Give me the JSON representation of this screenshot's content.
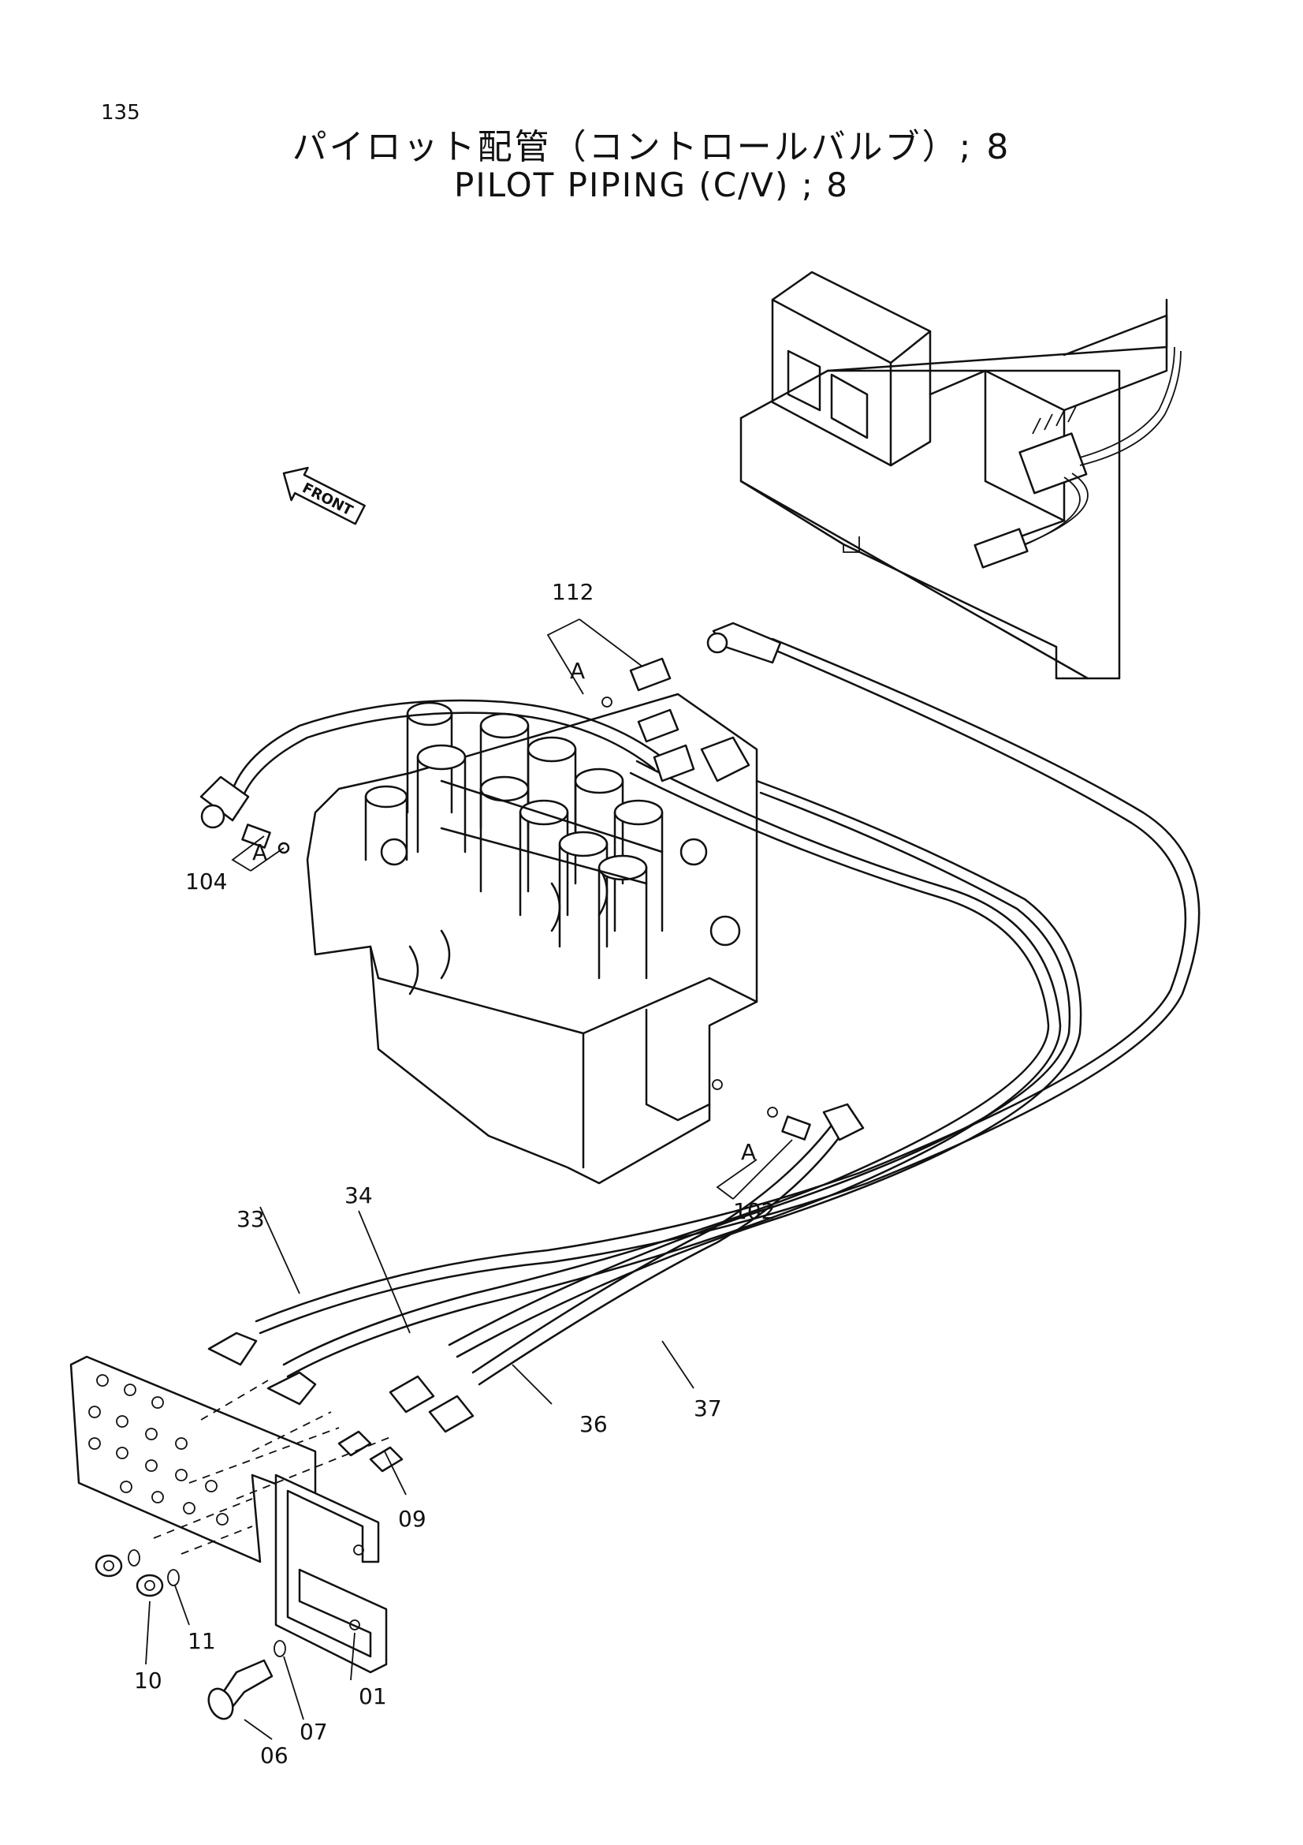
{
  "page": {
    "number": "135"
  },
  "title": {
    "japanese": "パイロット配管（コントロールバルブ）; 8",
    "english": "PILOT PIPING (C/V) ; 8"
  },
  "front_indicator": "FRONT",
  "reference_marks": [
    "A",
    "A",
    "A"
  ],
  "part_labels": [
    "112",
    "104",
    "102",
    "33",
    "34",
    "36",
    "37",
    "09",
    "10",
    "11",
    "01",
    "06",
    "07"
  ],
  "colors": {
    "ink": "#111111",
    "paper": "#ffffff"
  }
}
